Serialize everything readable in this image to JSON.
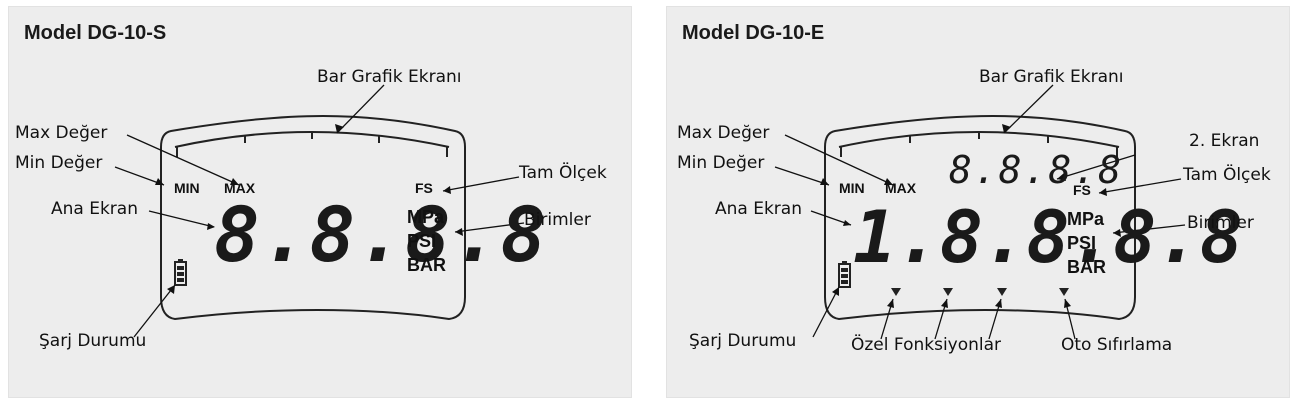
{
  "left": {
    "title": "Model DG-10-S",
    "labels": {
      "bar_graph": "Bar Grafik Ekranı",
      "max_value": "Max Değer",
      "min_value": "Min Değer",
      "main_display": "Ana Ekran",
      "full_scale": "Tam Ölçek",
      "units": "Birimler",
      "charge_status": "Şarj Durumu"
    },
    "lcd": {
      "min": "MIN",
      "max": "MAX",
      "fs": "FS",
      "digits": "8.8.8.8",
      "units": [
        "MPa",
        "PSI",
        "BAR"
      ]
    }
  },
  "right": {
    "title": "Model DG-10-E",
    "labels": {
      "bar_graph": "Bar Grafik Ekranı",
      "max_value": "Max Değer",
      "min_value": "Min Değer",
      "second_display": "2. Ekran",
      "full_scale": "Tam Ölçek",
      "main_display": "Ana Ekran",
      "units": "Birimler",
      "charge_status": "Şarj Durumu",
      "special_functions": "Özel Fonksiyonlar",
      "auto_zero": "Oto Sıfırlama"
    },
    "lcd": {
      "min": "MIN",
      "max": "MAX",
      "fs": "FS",
      "digits": "1.8.8.8.8",
      "second_digits": "8.8.8.8",
      "units": [
        "MPa",
        "PSI",
        "BAR"
      ]
    }
  }
}
